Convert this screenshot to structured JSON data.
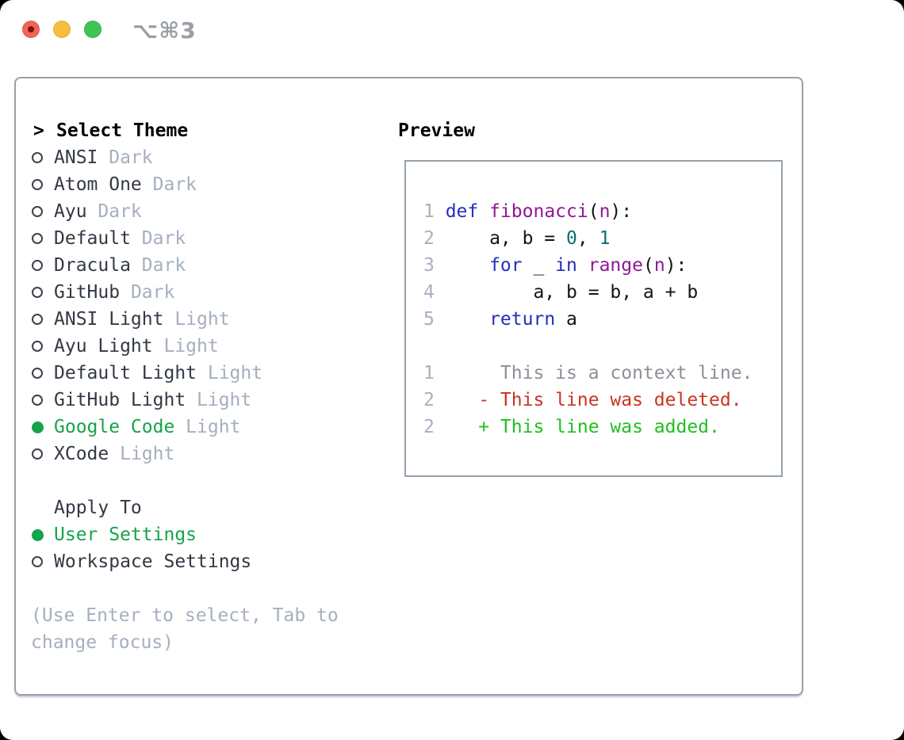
{
  "window": {
    "title": "⌥⌘3"
  },
  "colors": {
    "title-gray": "#9a9fa6",
    "panel-border": "#97a1ac",
    "text-primary": "#323944",
    "text-muted": "#a5afbe",
    "ring-color": "#3a424c",
    "selection-green": "#16a34a",
    "line-number": "#a7b1bf",
    "code-plain": "#111418",
    "code-keyword": "#2130bb",
    "code-function": "#8f1898",
    "code-literal": "#0d6f6f",
    "diff-context": "#8b9199",
    "diff-deleted": "#ca3422",
    "diff-added": "#1fc01f",
    "traffic-red": "#f2635a",
    "traffic-red-dot": "#7c130e",
    "traffic-yellow": "#f7bd3c",
    "traffic-green": "#3dc453"
  },
  "theme_selector": {
    "heading": "Select Theme",
    "heading_marker": ">",
    "items": [
      {
        "name": "ANSI",
        "variant": "Dark",
        "selected": false
      },
      {
        "name": "Atom One",
        "variant": "Dark",
        "selected": false
      },
      {
        "name": "Ayu",
        "variant": "Dark",
        "selected": false
      },
      {
        "name": "Default",
        "variant": "Dark",
        "selected": false
      },
      {
        "name": "Dracula",
        "variant": "Dark",
        "selected": false
      },
      {
        "name": "GitHub",
        "variant": "Dark",
        "selected": false
      },
      {
        "name": "ANSI Light",
        "variant": "Light",
        "selected": false
      },
      {
        "name": "Ayu Light",
        "variant": "Light",
        "selected": false
      },
      {
        "name": "Default Light",
        "variant": "Light",
        "selected": false
      },
      {
        "name": "GitHub Light",
        "variant": "Light",
        "selected": false
      },
      {
        "name": "Google Code",
        "variant": "Light",
        "selected": true
      },
      {
        "name": "XCode",
        "variant": "Light",
        "selected": false
      }
    ]
  },
  "apply_to": {
    "heading": "Apply To",
    "options": [
      {
        "label": "User Settings",
        "selected": true
      },
      {
        "label": "Workspace Settings",
        "selected": false
      }
    ]
  },
  "hint": "(Use Enter to select, Tab to change focus)",
  "preview": {
    "heading": "Preview",
    "code_lines": [
      {
        "num": "1",
        "segments": [
          {
            "t": "def ",
            "c": "kw"
          },
          {
            "t": "fibonacci",
            "c": "fn"
          },
          {
            "t": "(",
            "c": "plain"
          },
          {
            "t": "n",
            "c": "fn"
          },
          {
            "t": "):",
            "c": "plain"
          }
        ]
      },
      {
        "num": "2",
        "segments": [
          {
            "t": "    a, b = ",
            "c": "plain"
          },
          {
            "t": "0",
            "c": "lit"
          },
          {
            "t": ", ",
            "c": "plain"
          },
          {
            "t": "1",
            "c": "lit"
          }
        ]
      },
      {
        "num": "3",
        "segments": [
          {
            "t": "    ",
            "c": "plain"
          },
          {
            "t": "for",
            "c": "kw"
          },
          {
            "t": " _ ",
            "c": "plain"
          },
          {
            "t": "in",
            "c": "kw"
          },
          {
            "t": " ",
            "c": "plain"
          },
          {
            "t": "range",
            "c": "fn"
          },
          {
            "t": "(",
            "c": "plain"
          },
          {
            "t": "n",
            "c": "fn"
          },
          {
            "t": "):",
            "c": "plain"
          }
        ]
      },
      {
        "num": "4",
        "segments": [
          {
            "t": "        a, b = b, a + b",
            "c": "plain"
          }
        ]
      },
      {
        "num": "5",
        "segments": [
          {
            "t": "    ",
            "c": "plain"
          },
          {
            "t": "return",
            "c": "kw"
          },
          {
            "t": " a",
            "c": "plain"
          }
        ]
      },
      {
        "num": "",
        "segments": []
      },
      {
        "num": "1",
        "segments": [
          {
            "t": "     This is a context line.",
            "c": "ctx"
          }
        ]
      },
      {
        "num": "2",
        "segments": [
          {
            "t": "   ",
            "c": "plain"
          },
          {
            "t": "- This line was deleted.",
            "c": "del"
          }
        ]
      },
      {
        "num": "2",
        "segments": [
          {
            "t": "   ",
            "c": "plain"
          },
          {
            "t": "+ This line was added.",
            "c": "add"
          }
        ]
      }
    ]
  }
}
